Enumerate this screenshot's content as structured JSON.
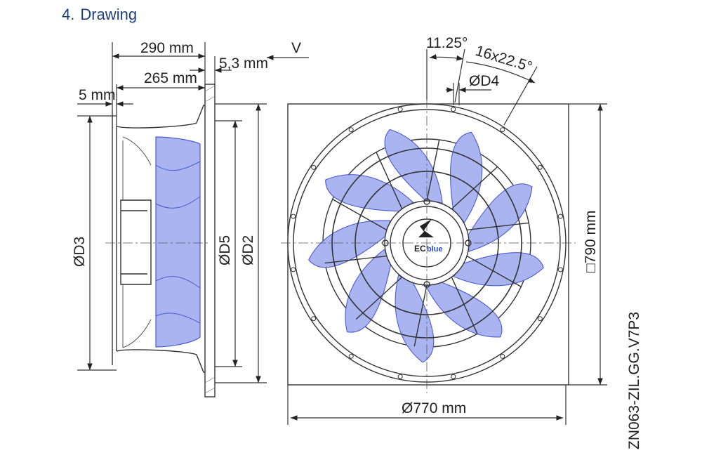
{
  "heading": {
    "number": "4.",
    "title": "Drawing"
  },
  "side_view": {
    "dim_290": "290 mm",
    "dim_265": "265 mm",
    "dim_5_3": "5,3 mm",
    "dim_5": "5 mm",
    "flow_label": "V",
    "d3": "ØD3",
    "d5": "ØD5",
    "d2": "ØD2"
  },
  "front_view": {
    "angle_11": "11.25°",
    "angle_16": "16x22.5°",
    "d4": "ØD4",
    "diam_770": "Ø770 mm",
    "square_790": "□790 mm",
    "logo_ec": "EC",
    "logo_blue": "blue"
  },
  "model_code": "ZN063-ZIL.GG.V7P3",
  "colors": {
    "line": "#333333",
    "blade_fill": "#a9b4f0",
    "blade_stroke": "#4d5bd0",
    "heading": "#1f3f7a",
    "logo_blue": "#2a49c8"
  }
}
